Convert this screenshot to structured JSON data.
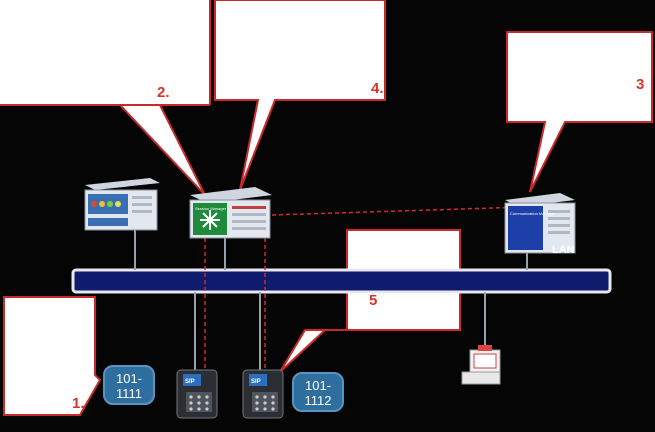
{
  "callouts": [
    {
      "id": "callout-1",
      "label": "1."
    },
    {
      "id": "callout-2",
      "label": "2."
    },
    {
      "id": "callout-3",
      "label": "3"
    },
    {
      "id": "callout-4",
      "label": "4."
    },
    {
      "id": "callout-5",
      "label": "5"
    }
  ],
  "devices": {
    "session_manager_label": "Session Manager",
    "communication_manager_label": "Communication Manager",
    "phone_badge": "SIP"
  },
  "extensions": {
    "left": "101-\n1111",
    "right": "101-\n1112"
  },
  "network_label": "LAN",
  "colors": {
    "background": "#050505",
    "callout_border": "#c62a2a",
    "bus_fill": "#0f1c6e",
    "bus_border": "#e8e8f0",
    "link_dash": "#d62a2a",
    "extension_badge": "#2f6fa0"
  }
}
